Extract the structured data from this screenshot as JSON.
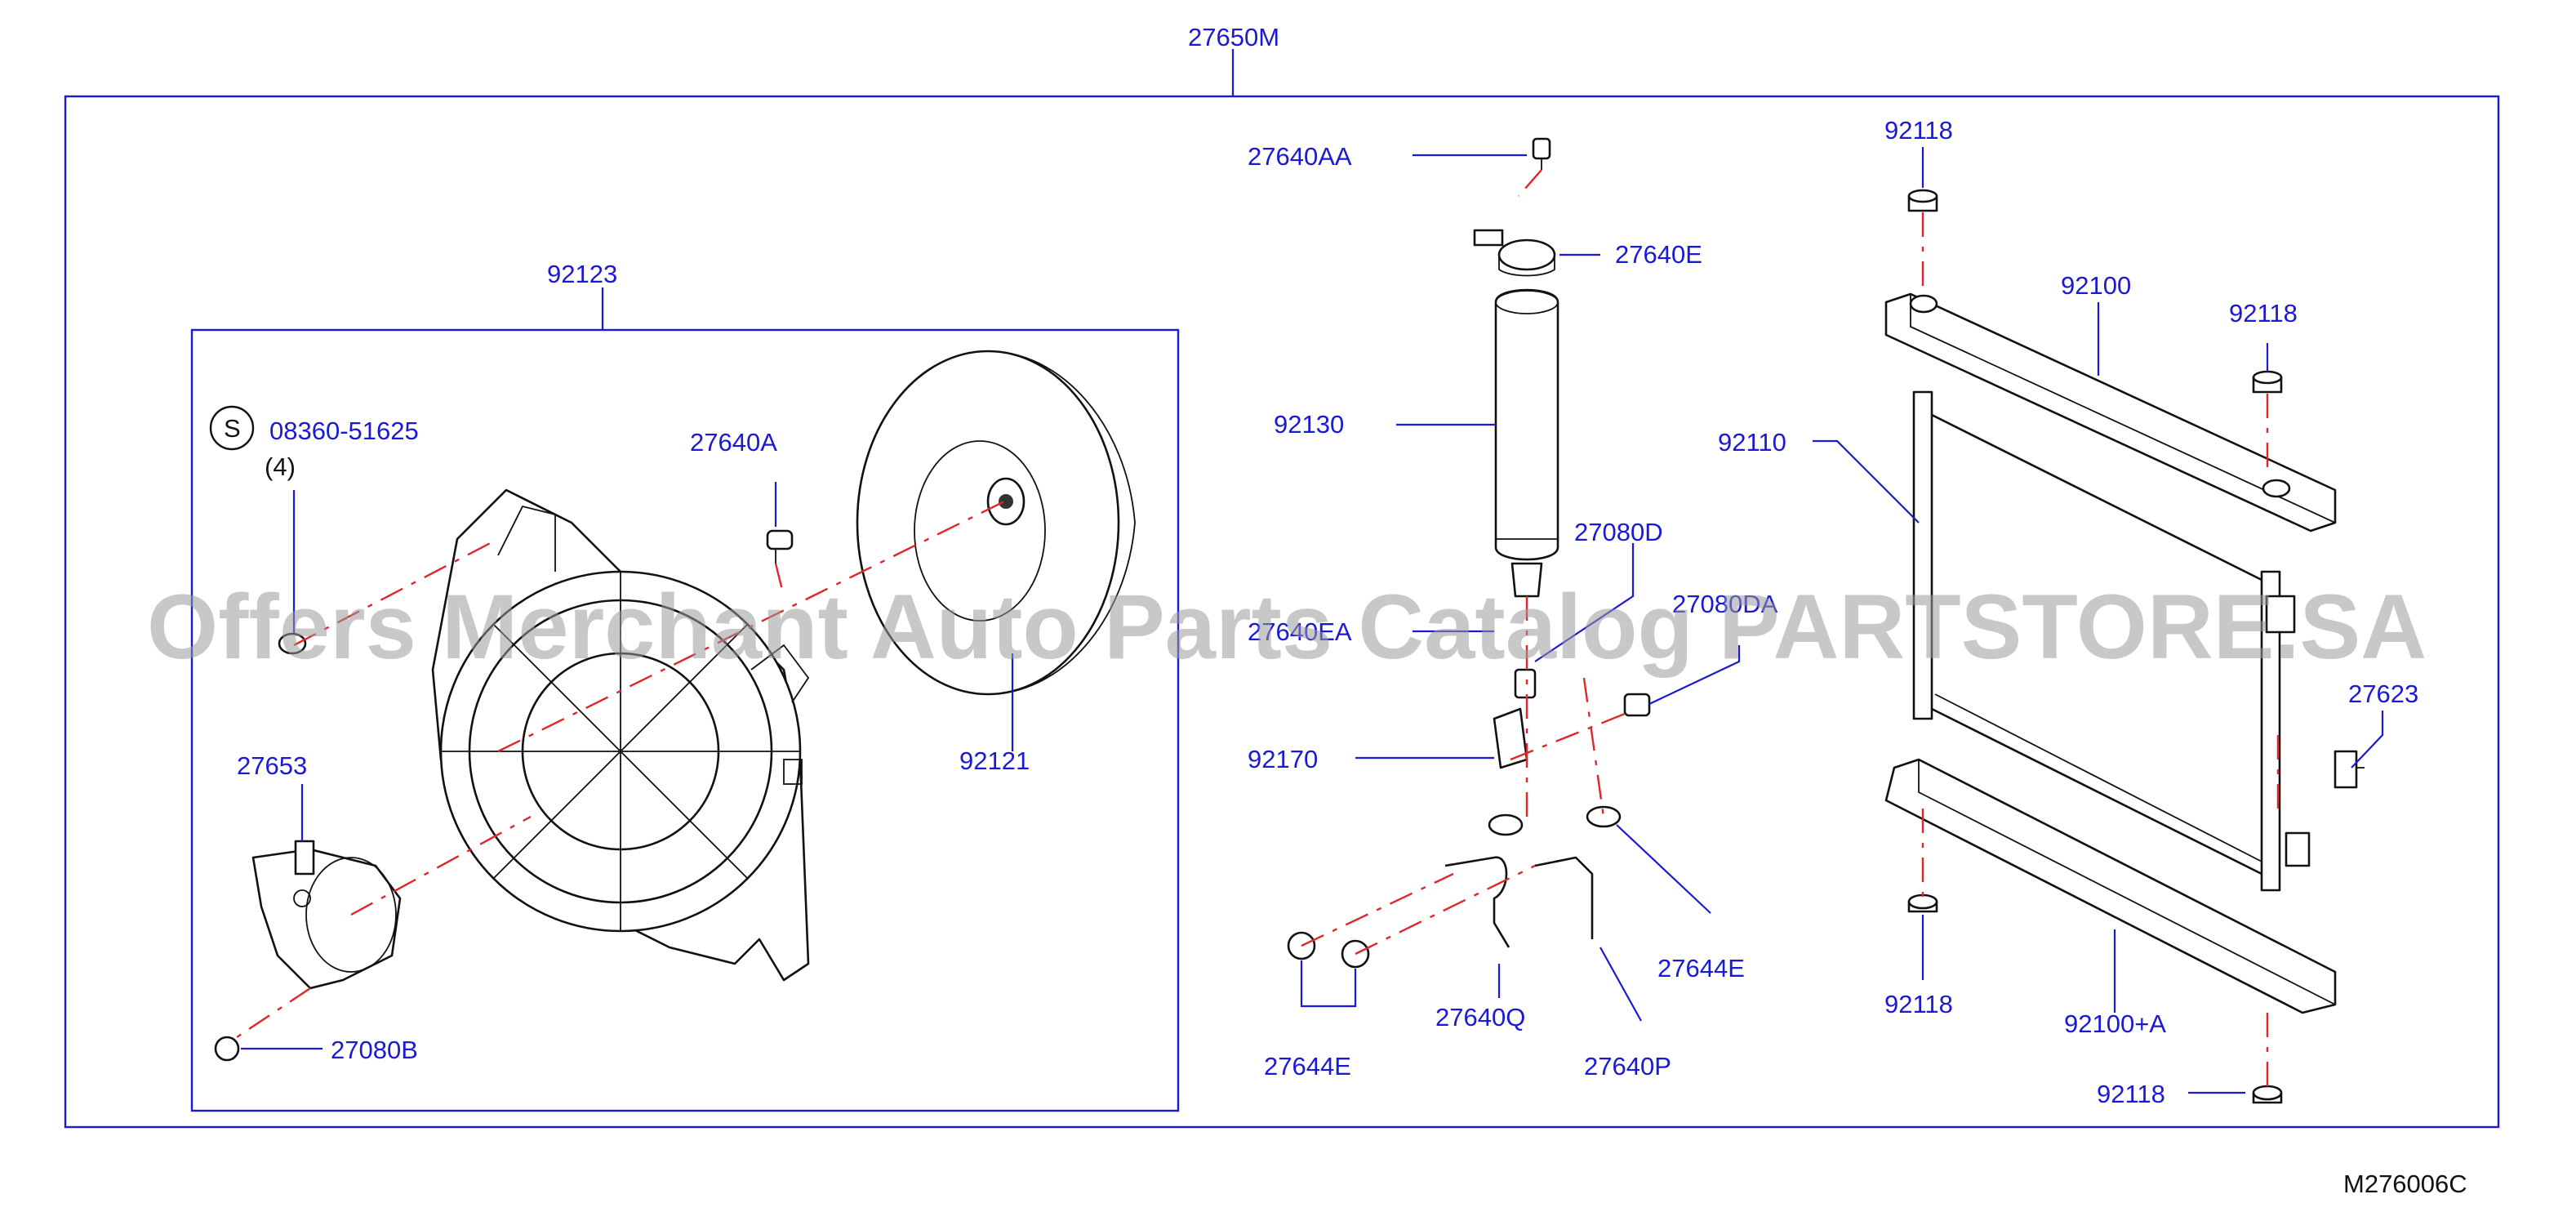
{
  "diagram": {
    "outer_label": "27650M",
    "inner_label": "92123",
    "drawing_code": "M276006C",
    "watermark": "Offers Merchant Auto Parts Catalog PARTSTORE.SA",
    "screw_symbol": "S",
    "screw_part": "08360-51625",
    "screw_qty": "(4)",
    "labels": {
      "p27640A": "27640A",
      "p92121": "92121",
      "p27653": "27653",
      "p27080B": "27080B",
      "p27640AA": "27640AA",
      "p27640E": "27640E",
      "p92130": "92130",
      "p27080D": "27080D",
      "p27080DA": "27080DA",
      "p27640EA": "27640EA",
      "p92170": "92170",
      "p27644E_right": "27644E",
      "p27644E_left": "27644E",
      "p27640Q": "27640Q",
      "p27640P": "27640P",
      "p92118_a": "92118",
      "p92118_b": "92118",
      "p92118_c": "92118",
      "p92118_d": "92118",
      "p92100": "92100",
      "p92110": "92110",
      "p27623": "27623",
      "p92100A": "92100+A"
    }
  }
}
